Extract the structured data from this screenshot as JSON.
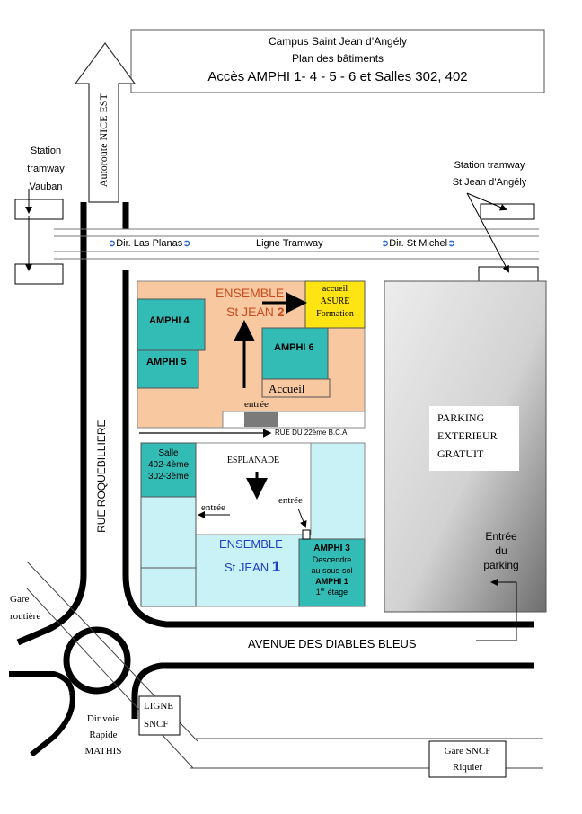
{
  "title_box": {
    "line1": "Campus Saint Jean d’Angély",
    "line2": "Plan des bâtiments",
    "line3": "Accès AMPHI 1- 4 - 5 - 6 et Salles 302, 402"
  },
  "roads": {
    "autoroute": "Autoroute NICE EST",
    "tram_line": "Ligne Tramway",
    "dir_left": "Dir. Las Planas",
    "dir_right": "Dir. St Michel",
    "rue_roquebilliere": "RUE ROQUEBILLIERE",
    "rue_22eme": "RUE DU 22ème B.C.A.",
    "avenue": "AVENUE DES DIABLES BLEUS"
  },
  "stations": {
    "vauban": [
      "Station",
      "tramway",
      "Vauban"
    ],
    "st_jean": [
      "Station tramway",
      "St Jean d’Angély"
    ]
  },
  "ensemble2": {
    "title1": "ENSEMBLE",
    "title2": "St JEAN ",
    "number": "2",
    "amphi4": "AMPHI 4",
    "amphi5": "AMPHI 5",
    "amphi6": "AMPHI 6",
    "accueil": "Accueil",
    "entree": "entrée",
    "asure": [
      "accueil",
      "ASURE",
      "Formation"
    ]
  },
  "ensemble1": {
    "title1": "ENSEMBLE",
    "title2": "St JEAN ",
    "number": "1",
    "salle": [
      "Salle",
      "402-4ème",
      "302-3ème"
    ],
    "esplanade": "ESPLANADE",
    "entree_left": "entrée",
    "entree_right": "entrée",
    "amphi3": "AMPHI 3",
    "amphi3_note": [
      "Descendre",
      "au sous-sol"
    ],
    "amphi1": "AMPHI 1",
    "amphi1_floor": "1",
    "amphi1_floor_sup": "er",
    "amphi1_floor_rest": " étage"
  },
  "parking": {
    "label": [
      "PARKING",
      "EXTERIEUR",
      "GRATUIT"
    ],
    "entry": [
      "Entrée",
      "du",
      "parking"
    ]
  },
  "transport": {
    "gare_routiere": [
      "Gare",
      "routière"
    ],
    "dir_voie": [
      "Dir voie",
      "Rapide",
      "MATHIS"
    ],
    "ligne_sncf": [
      "LIGNE",
      "SNCF"
    ],
    "gare_sncf": [
      "Gare SNCF",
      "Riquier"
    ]
  },
  "colors": {
    "ensemble2_fill": "#f8c8a0",
    "teal": "#33bbb5",
    "light_cyan": "#c8f2f6",
    "asure_yellow": "#ffe414",
    "ensemble2_text": "#c84c1e",
    "ensemble1_text": "#2040c8",
    "tram_arrow": "#2060d8"
  }
}
